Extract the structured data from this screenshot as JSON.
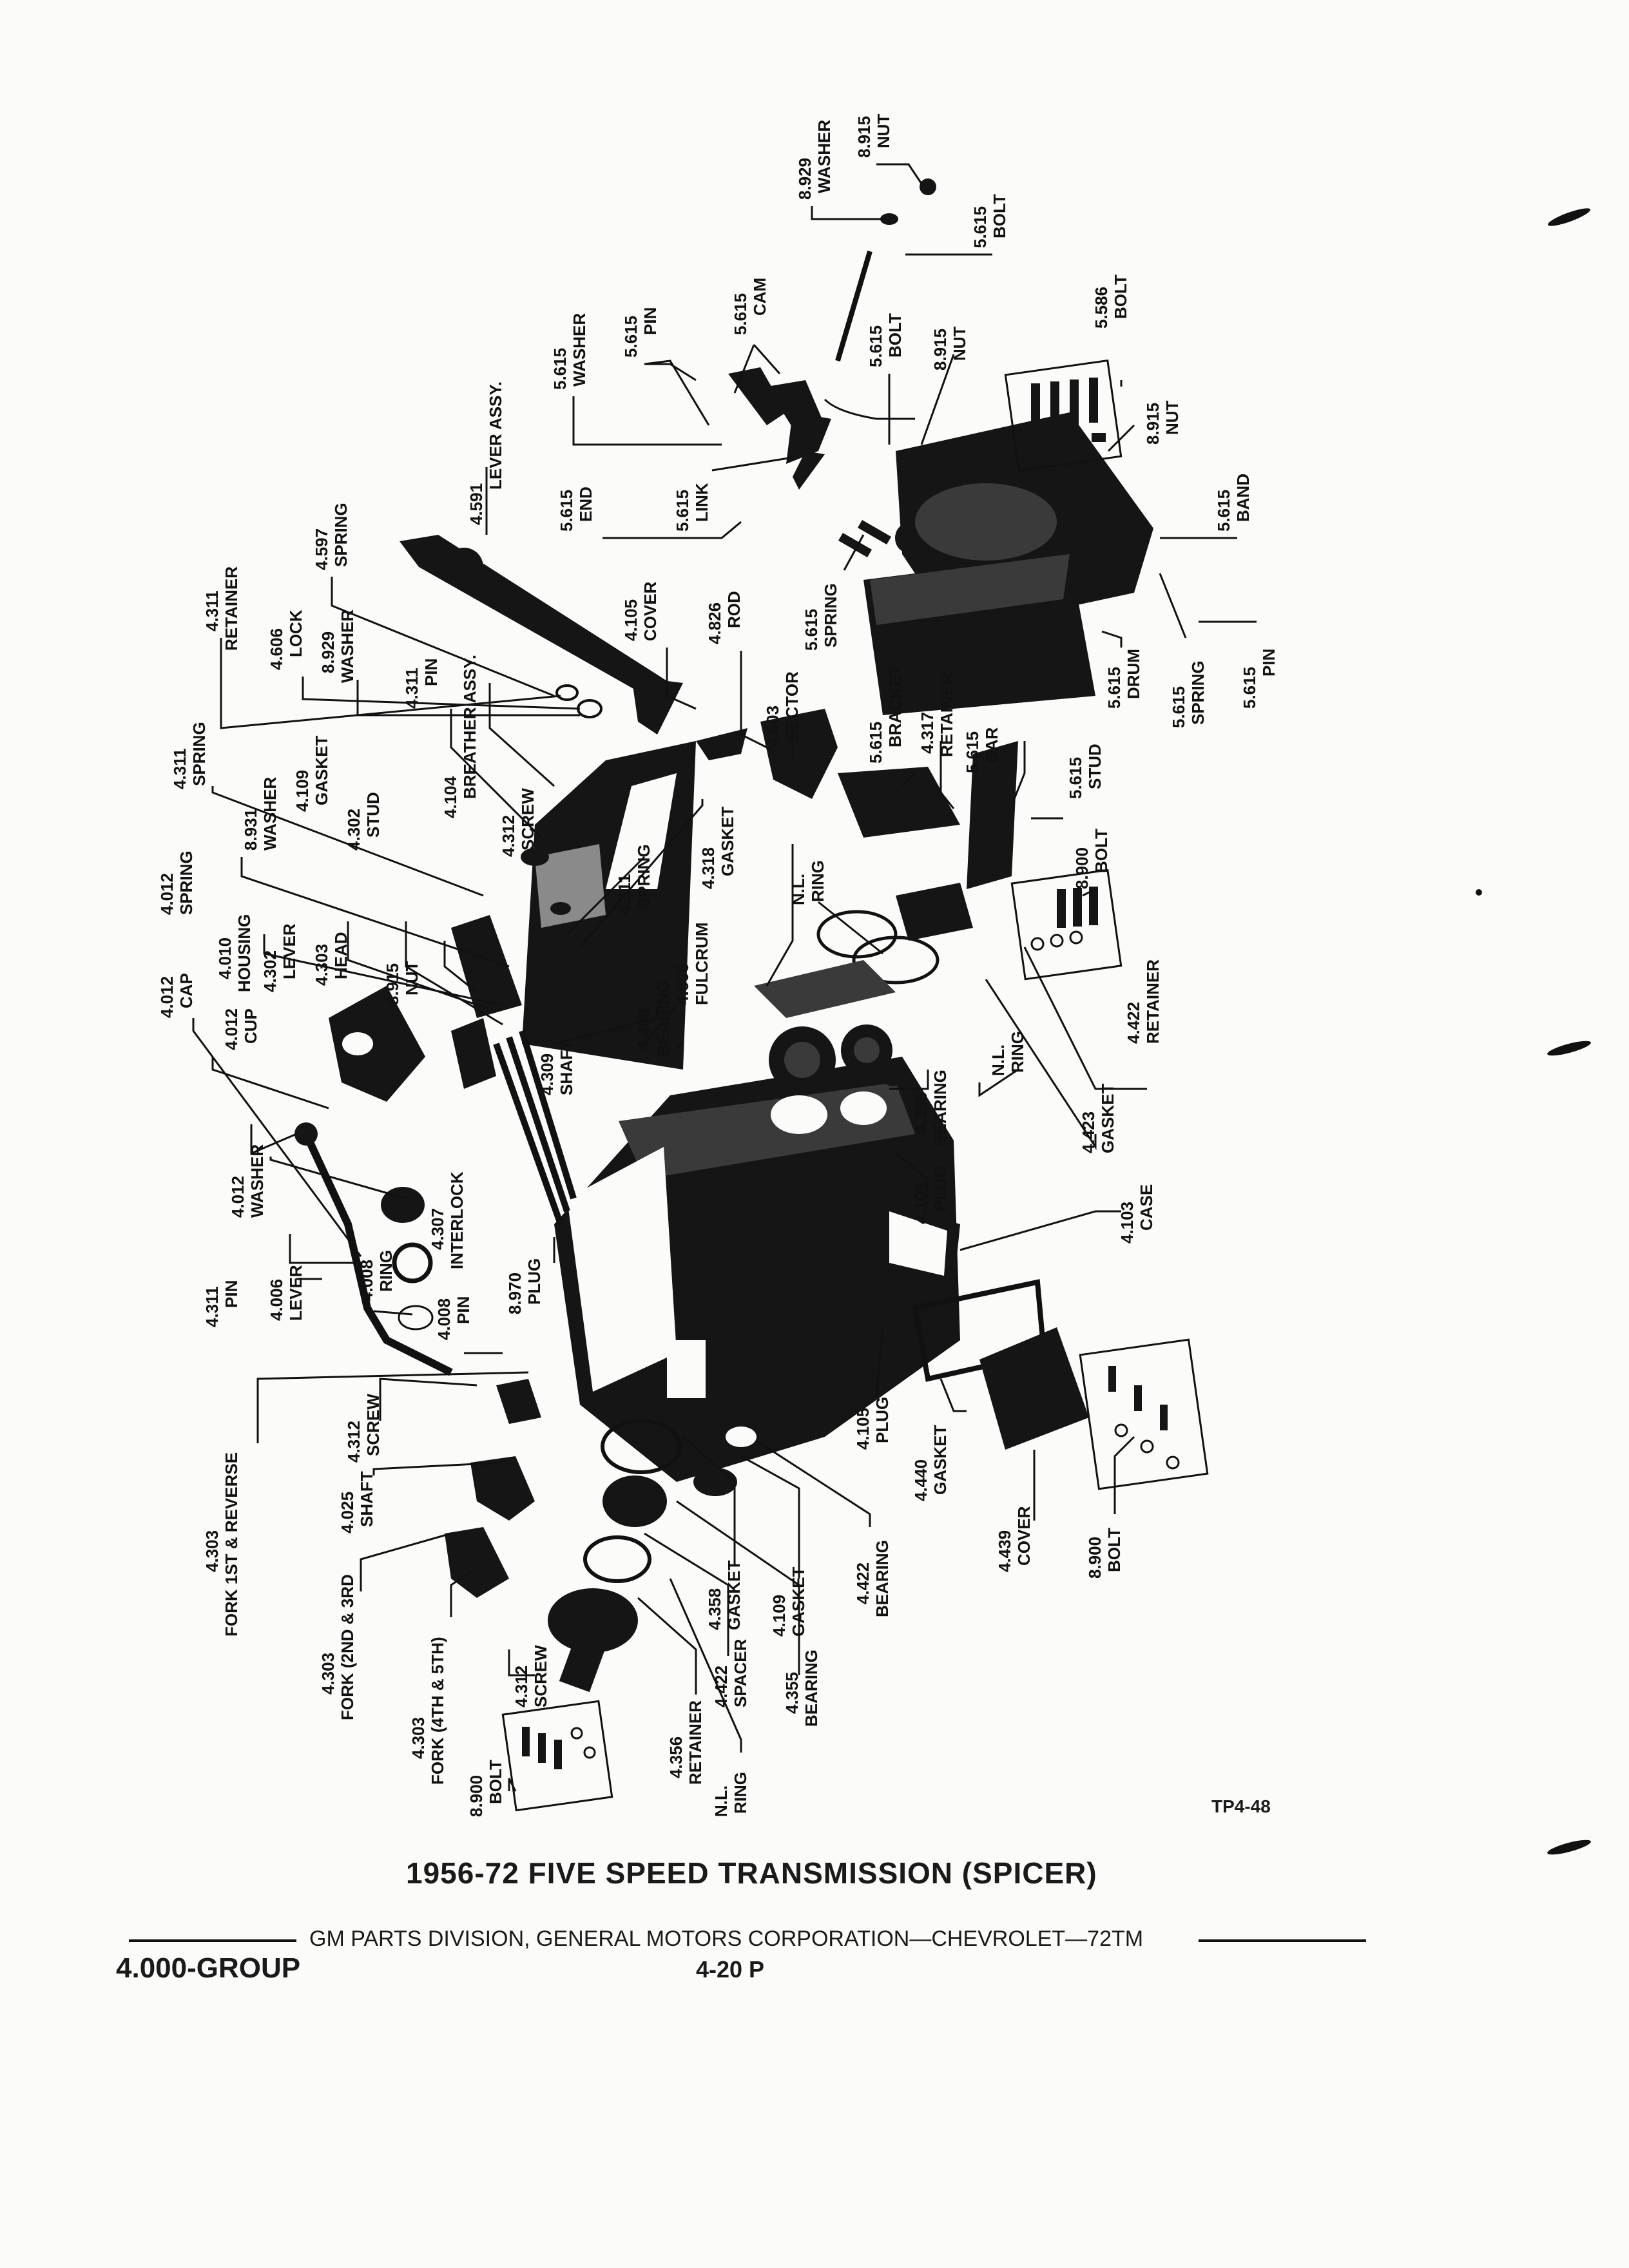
{
  "title": "1956-72 FIVE SPEED TRANSMISSION (SPICER)",
  "figure_id": "TP4-48",
  "footer": {
    "publisher": "GM PARTS DIVISION, GENERAL MOTORS CORPORATION—CHEVROLET—72TM",
    "group": "4.000-GROUP",
    "page": "4-20  P"
  },
  "callouts": [
    {
      "number": "8.929",
      "name": "WASHER"
    },
    {
      "number": "8.915",
      "name": "NUT"
    },
    {
      "number": "5.615",
      "name": "BOLT"
    },
    {
      "number": "5.615",
      "name": "CAM"
    },
    {
      "number": "5.615",
      "name": "PIN"
    },
    {
      "number": "5.615",
      "name": "WASHER"
    },
    {
      "number": "5.615",
      "name": "BOLT"
    },
    {
      "number": "8.915",
      "name": "NUT"
    },
    {
      "number": "5.586",
      "name": "BOLT"
    },
    {
      "number": "8.915",
      "name": "NUT"
    },
    {
      "number": "5.615",
      "name": "BAND"
    },
    {
      "number": "4.591",
      "name": "LEVER ASSY."
    },
    {
      "number": "5.615",
      "name": "END"
    },
    {
      "number": "5.615",
      "name": "LINK"
    },
    {
      "number": "4.597",
      "name": "SPRING"
    },
    {
      "number": "5.615",
      "name": "SPRING"
    },
    {
      "number": "5.615",
      "name": "PIN"
    },
    {
      "number": "5.615",
      "name": "SPRING"
    },
    {
      "number": "5.615",
      "name": "DRUM"
    },
    {
      "number": "4.311",
      "name": "RETAINER"
    },
    {
      "number": "4.606",
      "name": "LOCK"
    },
    {
      "number": "8.929",
      "name": "WASHER"
    },
    {
      "number": "4.105",
      "name": "COVER"
    },
    {
      "number": "4.826",
      "name": "ROD"
    },
    {
      "number": "4.311",
      "name": "PIN"
    },
    {
      "number": "4.104",
      "name": "BREATHER ASSY."
    },
    {
      "number": "4.603",
      "name": "SECTOR"
    },
    {
      "number": "5.615",
      "name": "BRACKET"
    },
    {
      "number": "4.317",
      "name": "RETAINER"
    },
    {
      "number": "5.615",
      "name": "BAR"
    },
    {
      "number": "5.615",
      "name": "STUD"
    },
    {
      "number": "4.311",
      "name": "SPRING"
    },
    {
      "number": "8.931",
      "name": "WASHER"
    },
    {
      "number": "4.109",
      "name": "GASKET"
    },
    {
      "number": "4.302",
      "name": "STUD"
    },
    {
      "number": "4.312",
      "name": "SCREW"
    },
    {
      "number": "8.900",
      "name": "BOLT"
    },
    {
      "number": "4.012",
      "name": "SPRING"
    },
    {
      "number": "4.010",
      "name": "HOUSING"
    },
    {
      "number": "4.302",
      "name": "LEVER"
    },
    {
      "number": "4.303",
      "name": "HEAD"
    },
    {
      "number": "4.318",
      "name": "GASKET"
    },
    {
      "number": "4.311",
      "name": "SPRING"
    },
    {
      "number": "N.L.",
      "name": "RING"
    },
    {
      "number": "4.012",
      "name": "CAP"
    },
    {
      "number": "4.012",
      "name": "CUP"
    },
    {
      "number": "8.915",
      "name": "NUT"
    },
    {
      "number": "4.408",
      "name": "BEARING"
    },
    {
      "number": "4.606",
      "name": "FULCRUM"
    },
    {
      "number": "4.422",
      "name": "RETAINER"
    },
    {
      "number": "4.309",
      "name": "SHAFT"
    },
    {
      "number": "4.355",
      "name": "BEARING"
    },
    {
      "number": "N.L.",
      "name": "RING"
    },
    {
      "number": "4.423",
      "name": "GASKET"
    },
    {
      "number": "4.012",
      "name": "WASHER"
    },
    {
      "number": "4.307",
      "name": "INTERLOCK"
    },
    {
      "number": "4.105",
      "name": "PLUG"
    },
    {
      "number": "4.103",
      "name": "CASE"
    },
    {
      "number": "4.311",
      "name": "PIN"
    },
    {
      "number": "4.006",
      "name": "LEVER"
    },
    {
      "number": "4.008",
      "name": "RING"
    },
    {
      "number": "8.970",
      "name": "PLUG"
    },
    {
      "number": "4.008",
      "name": "PIN"
    },
    {
      "number": "4.105",
      "name": "PLUG"
    },
    {
      "number": "4.440",
      "name": "GASKET"
    },
    {
      "number": "4.439",
      "name": "COVER"
    },
    {
      "number": "8.900",
      "name": "BOLT"
    },
    {
      "number": "4.312",
      "name": "SCREW"
    },
    {
      "number": "4.025",
      "name": "SHAFT"
    },
    {
      "number": "4.303",
      "name": "FORK 1ST & REVERSE"
    },
    {
      "number": "4.358",
      "name": "GASKET"
    },
    {
      "number": "4.109",
      "name": "GASKET"
    },
    {
      "number": "4.422",
      "name": "BEARING"
    },
    {
      "number": "4.303",
      "name": "FORK (2ND & 3RD"
    },
    {
      "number": "4.303",
      "name": "FORK (4TH & 5TH)"
    },
    {
      "number": "4.312",
      "name": "SCREW"
    },
    {
      "number": "4.422",
      "name": "SPACER"
    },
    {
      "number": "4.355",
      "name": "BEARING"
    },
    {
      "number": "4.356",
      "name": "RETAINER"
    },
    {
      "number": "N.L.",
      "name": "RING"
    },
    {
      "number": "8.900",
      "name": "BOLT"
    }
  ]
}
